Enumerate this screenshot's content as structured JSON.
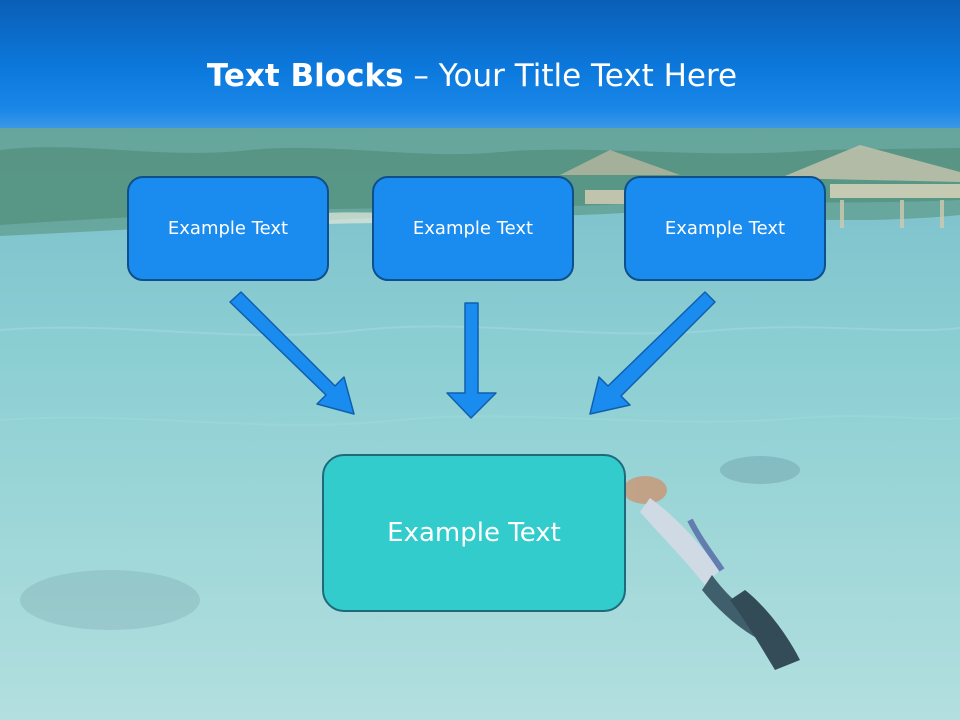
{
  "title": {
    "bold_part": "Text Blocks",
    "dash": " – ",
    "rest": "Your Title Text Here"
  },
  "blocks": {
    "top": [
      "Example Text",
      "Example Text",
      "Example Text"
    ],
    "bottom": "Example Text"
  },
  "colors": {
    "title_bar": "#0c79dd",
    "top_box_fill": "#1a8bef",
    "top_box_border": "#0f4f8a",
    "bottom_box_fill": "#33cccc",
    "arrow_fill": "#1a8bef"
  }
}
